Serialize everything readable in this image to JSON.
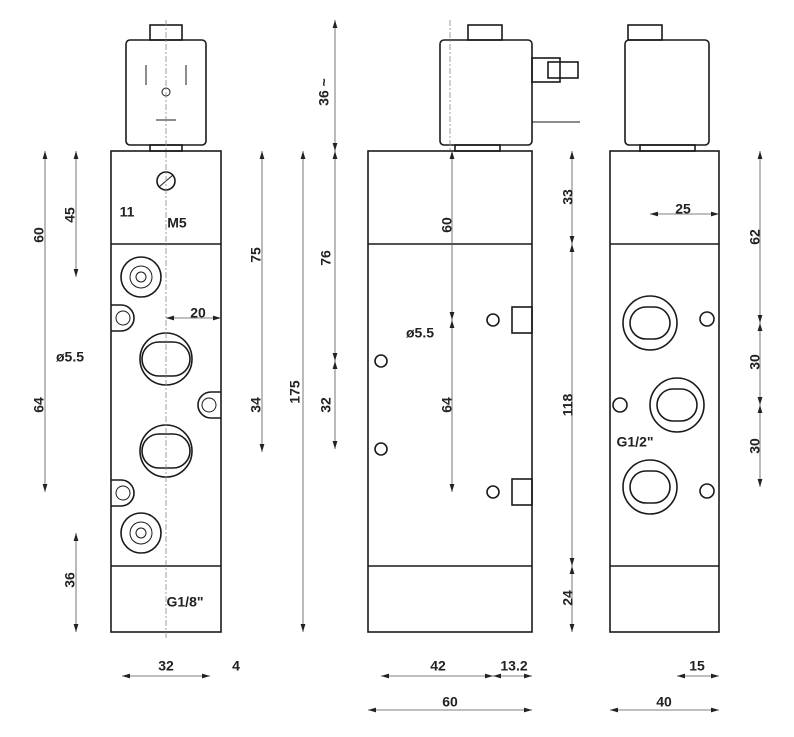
{
  "title": "Solenoid valve dimensional drawing",
  "views": {
    "front": {
      "dims": {
        "d60": "60",
        "d45": "45",
        "d11": "11",
        "m5": "M5",
        "d75": "75",
        "d20": "20",
        "hole": "ø5.5",
        "d64": "64",
        "d34": "34",
        "d36": "36",
        "g18": "G1/8\"",
        "d32": "32",
        "d4": "4"
      }
    },
    "side": {
      "dims": {
        "d36": "36 ~",
        "d76": "76",
        "d175": "175",
        "d32": "32",
        "d60v": "60",
        "hole": "ø5.5",
        "d64": "64",
        "d33": "33",
        "d118": "118",
        "d24": "24",
        "d42": "42",
        "d13": "13.2",
        "d60h": "60"
      }
    },
    "rear": {
      "dims": {
        "d25": "25",
        "d62": "62",
        "d30a": "30",
        "d30b": "30",
        "g12": "G1/2\"",
        "d15": "15",
        "d40": "40"
      }
    }
  }
}
